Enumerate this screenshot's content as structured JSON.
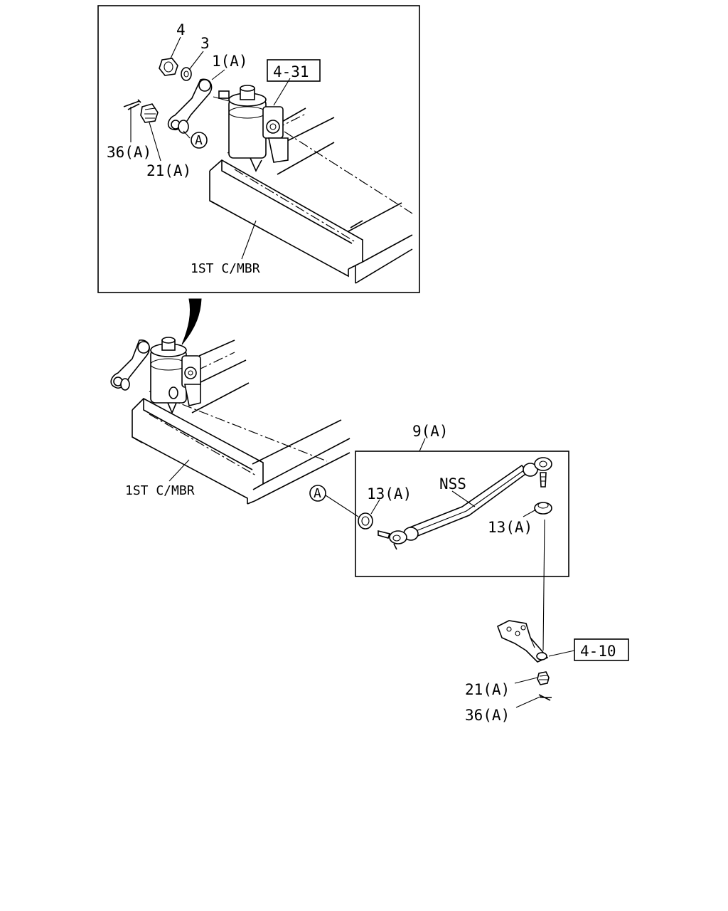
{
  "callouts": {
    "part_4": "4",
    "part_3": "3",
    "part_1a": "1(A)",
    "ref_4_31": "4-31",
    "part_36a_top": "36(A)",
    "part_21a_top": "21(A)",
    "marker_a_top": "A",
    "mbr_top": "1ST C/MBR",
    "mbr_mid": "1ST C/MBR",
    "part_9a": "9(A)",
    "nss": "NSS",
    "marker_a_mid": "A",
    "part_13a_left": "13(A)",
    "part_13a_right": "13(A)",
    "ref_4_10": "4-10",
    "part_21a_bottom": "21(A)",
    "part_36a_bottom": "36(A)"
  }
}
